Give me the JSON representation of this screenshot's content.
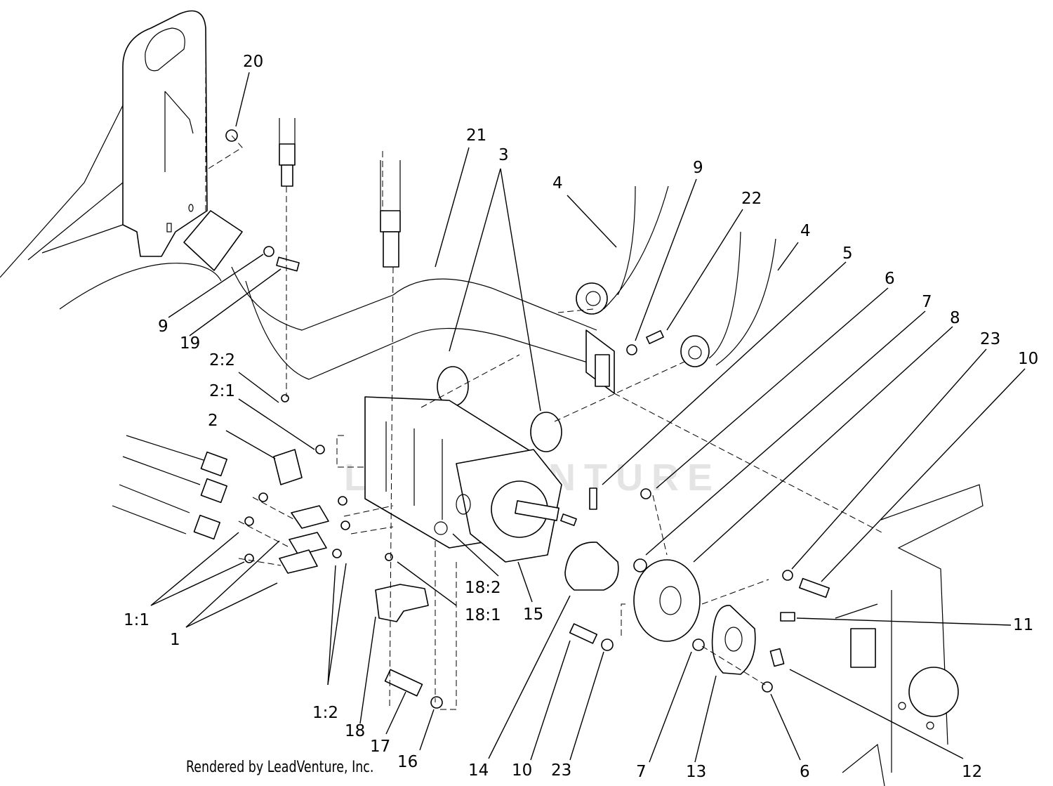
{
  "watermark": "LEADVENTURE",
  "footer": "Rendered by LeadVenture, Inc.",
  "callouts": [
    {
      "id": "20",
      "label": "20"
    },
    {
      "id": "21",
      "label": "21"
    },
    {
      "id": "3",
      "label": "3"
    },
    {
      "id": "4a",
      "label": "4"
    },
    {
      "id": "9a",
      "label": "9"
    },
    {
      "id": "22",
      "label": "22"
    },
    {
      "id": "4b",
      "label": "4"
    },
    {
      "id": "5",
      "label": "5"
    },
    {
      "id": "6a",
      "label": "6"
    },
    {
      "id": "7a",
      "label": "7"
    },
    {
      "id": "8",
      "label": "8"
    },
    {
      "id": "23a",
      "label": "23"
    },
    {
      "id": "10a",
      "label": "10"
    },
    {
      "id": "9b",
      "label": "9"
    },
    {
      "id": "19",
      "label": "19"
    },
    {
      "id": "2-2",
      "label": "2:2"
    },
    {
      "id": "2-1",
      "label": "2:1"
    },
    {
      "id": "2",
      "label": "2"
    },
    {
      "id": "18-2",
      "label": "18:2"
    },
    {
      "id": "18-1",
      "label": "18:1"
    },
    {
      "id": "15",
      "label": "15"
    },
    {
      "id": "1-1",
      "label": "1:1"
    },
    {
      "id": "1",
      "label": "1"
    },
    {
      "id": "1-2",
      "label": "1:2"
    },
    {
      "id": "18",
      "label": "18"
    },
    {
      "id": "17",
      "label": "17"
    },
    {
      "id": "16",
      "label": "16"
    },
    {
      "id": "14",
      "label": "14"
    },
    {
      "id": "10b",
      "label": "10"
    },
    {
      "id": "23b",
      "label": "23"
    },
    {
      "id": "7b",
      "label": "7"
    },
    {
      "id": "13",
      "label": "13"
    },
    {
      "id": "6b",
      "label": "6"
    },
    {
      "id": "12",
      "label": "12"
    },
    {
      "id": "11",
      "label": "11"
    }
  ]
}
